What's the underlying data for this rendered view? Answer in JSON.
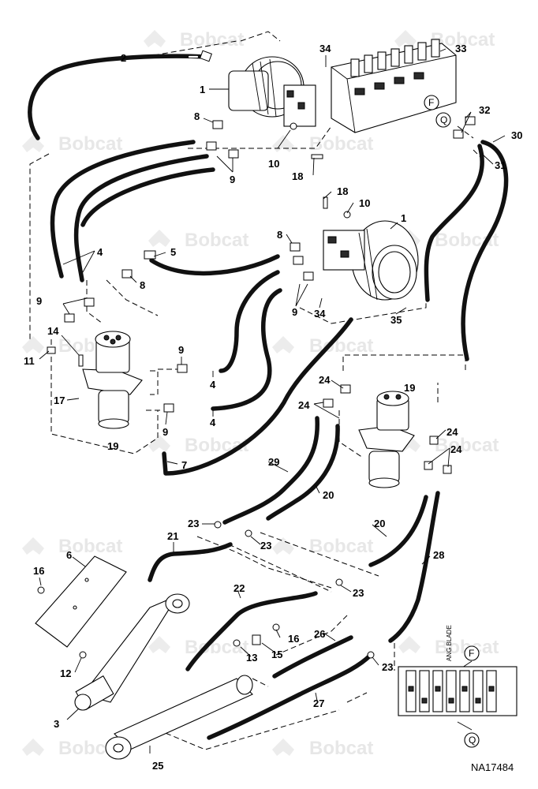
{
  "diagram": {
    "figure_id": "NA17484",
    "watermark": "Bobcat",
    "blade_label": "ANG BLADE",
    "circle_labels": [
      "F",
      "Q"
    ],
    "callouts": [
      {
        "id": "c2a",
        "text": "2"
      },
      {
        "id": "c1a",
        "text": "1"
      },
      {
        "id": "c34a",
        "text": "34"
      },
      {
        "id": "c33",
        "text": "33"
      },
      {
        "id": "c32",
        "text": "32"
      },
      {
        "id": "c30",
        "text": "30"
      },
      {
        "id": "c31",
        "text": "31"
      },
      {
        "id": "c8a",
        "text": "8"
      },
      {
        "id": "c9a",
        "text": "9"
      },
      {
        "id": "c10a",
        "text": "10"
      },
      {
        "id": "c18a",
        "text": "18"
      },
      {
        "id": "c18b",
        "text": "18"
      },
      {
        "id": "c10b",
        "text": "10"
      },
      {
        "id": "c1b",
        "text": "1"
      },
      {
        "id": "c8b",
        "text": "8"
      },
      {
        "id": "c4a",
        "text": "4"
      },
      {
        "id": "c5",
        "text": "5"
      },
      {
        "id": "c8c",
        "text": "8"
      },
      {
        "id": "c9b",
        "text": "9"
      },
      {
        "id": "c9c",
        "text": "9"
      },
      {
        "id": "c34b",
        "text": "34"
      },
      {
        "id": "c35",
        "text": "35"
      },
      {
        "id": "c14",
        "text": "14"
      },
      {
        "id": "c11",
        "text": "11"
      },
      {
        "id": "c9d",
        "text": "9"
      },
      {
        "id": "c4b",
        "text": "4"
      },
      {
        "id": "c17",
        "text": "17"
      },
      {
        "id": "c9e",
        "text": "9"
      },
      {
        "id": "c4c",
        "text": "4"
      },
      {
        "id": "c19a",
        "text": "19"
      },
      {
        "id": "c7",
        "text": "7"
      },
      {
        "id": "c24a",
        "text": "24"
      },
      {
        "id": "c19b",
        "text": "19"
      },
      {
        "id": "c24b",
        "text": "24"
      },
      {
        "id": "c24c",
        "text": "24"
      },
      {
        "id": "c24d",
        "text": "24"
      },
      {
        "id": "c29",
        "text": "29"
      },
      {
        "id": "c20a",
        "text": "20"
      },
      {
        "id": "c23a",
        "text": "23"
      },
      {
        "id": "c21",
        "text": "21"
      },
      {
        "id": "c23b",
        "text": "23"
      },
      {
        "id": "c20b",
        "text": "20"
      },
      {
        "id": "c28",
        "text": "28"
      },
      {
        "id": "c6",
        "text": "6"
      },
      {
        "id": "c16a",
        "text": "16"
      },
      {
        "id": "c22",
        "text": "22"
      },
      {
        "id": "c23c",
        "text": "23"
      },
      {
        "id": "c16b",
        "text": "16"
      },
      {
        "id": "c26",
        "text": "26"
      },
      {
        "id": "c13",
        "text": "13"
      },
      {
        "id": "c15",
        "text": "15"
      },
      {
        "id": "c12",
        "text": "12"
      },
      {
        "id": "c23d",
        "text": "23"
      },
      {
        "id": "c27",
        "text": "27"
      },
      {
        "id": "c3",
        "text": "3"
      },
      {
        "id": "c25",
        "text": "25"
      }
    ]
  }
}
